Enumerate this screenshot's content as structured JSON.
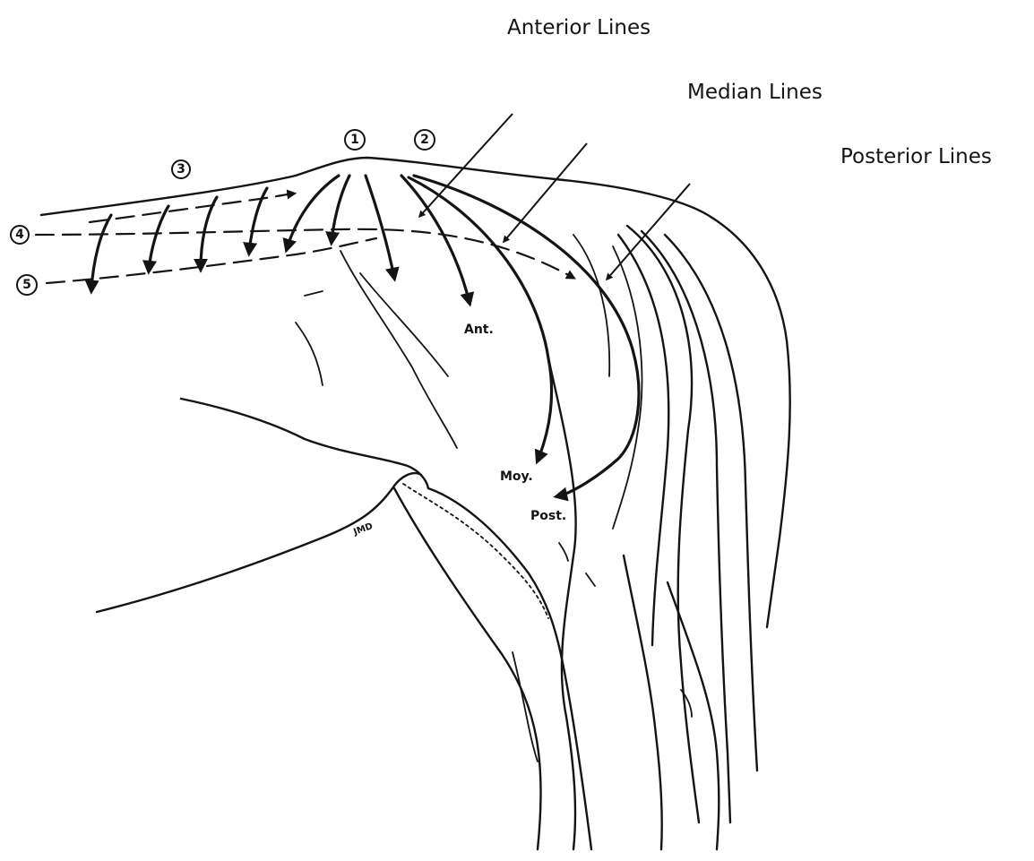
{
  "headings": {
    "anterior": "Anterior Lines",
    "median": "Median Lines",
    "posterior": "Posterior Lines"
  },
  "markers": [
    "1",
    "2",
    "3",
    "4",
    "5"
  ],
  "labels": {
    "ant": "Ant.",
    "moy": "Moy.",
    "post": "Post.",
    "jmd": "JMD"
  }
}
